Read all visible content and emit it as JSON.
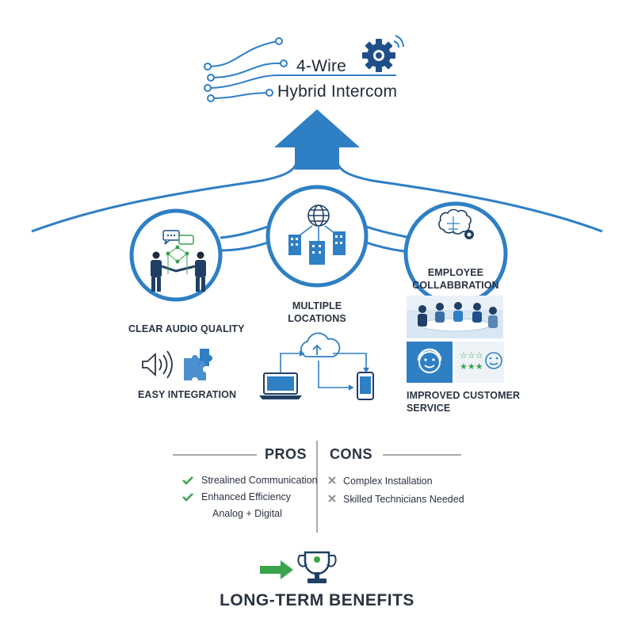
{
  "title": {
    "line1": "4-Wire",
    "line2": "Hybrid Intercom"
  },
  "features": {
    "clear_audio": "CLEAR AUDIO QUALITY",
    "multiple_locations": [
      "MULTIPLE",
      "LOCATIONS"
    ],
    "employee_collab": [
      "EMPLOYEE",
      "COLLABBRATION"
    ],
    "easy_integration": "EASY INTEGRATION",
    "improved_service": [
      "IMPROVED CUSTOMER",
      "SERVICE"
    ]
  },
  "pros": {
    "heading": "PROS",
    "items": [
      "Strealined Communication",
      "Enhanced Efficiency",
      "Analog + Digital"
    ]
  },
  "cons": {
    "heading": "CONS",
    "items": [
      "Complex Installation",
      "Skilled Technicians Needed"
    ]
  },
  "bottom": {
    "title": "LONG-TERM BENEFITS"
  },
  "colors": {
    "accent_blue": "#2f7fc4",
    "dark_navy": "#1f3f66",
    "green": "#3aa44b",
    "gray_x": "#8a8f96",
    "text": "#2a3340"
  },
  "icons": [
    "gear-wifi-icon",
    "up-arrow-icon",
    "handshake-icon",
    "chat-bubbles-icon",
    "globe-network-icon",
    "buildings-icon",
    "brain-gear-icon",
    "meeting-photo",
    "speaker-icon",
    "puzzle-icon",
    "laptop-icon",
    "cloud-icon",
    "phone-icon",
    "headset-smiley-icon",
    "rating-smiley-icon",
    "check-icon",
    "x-icon",
    "trophy-icon",
    "right-arrow-icon"
  ]
}
